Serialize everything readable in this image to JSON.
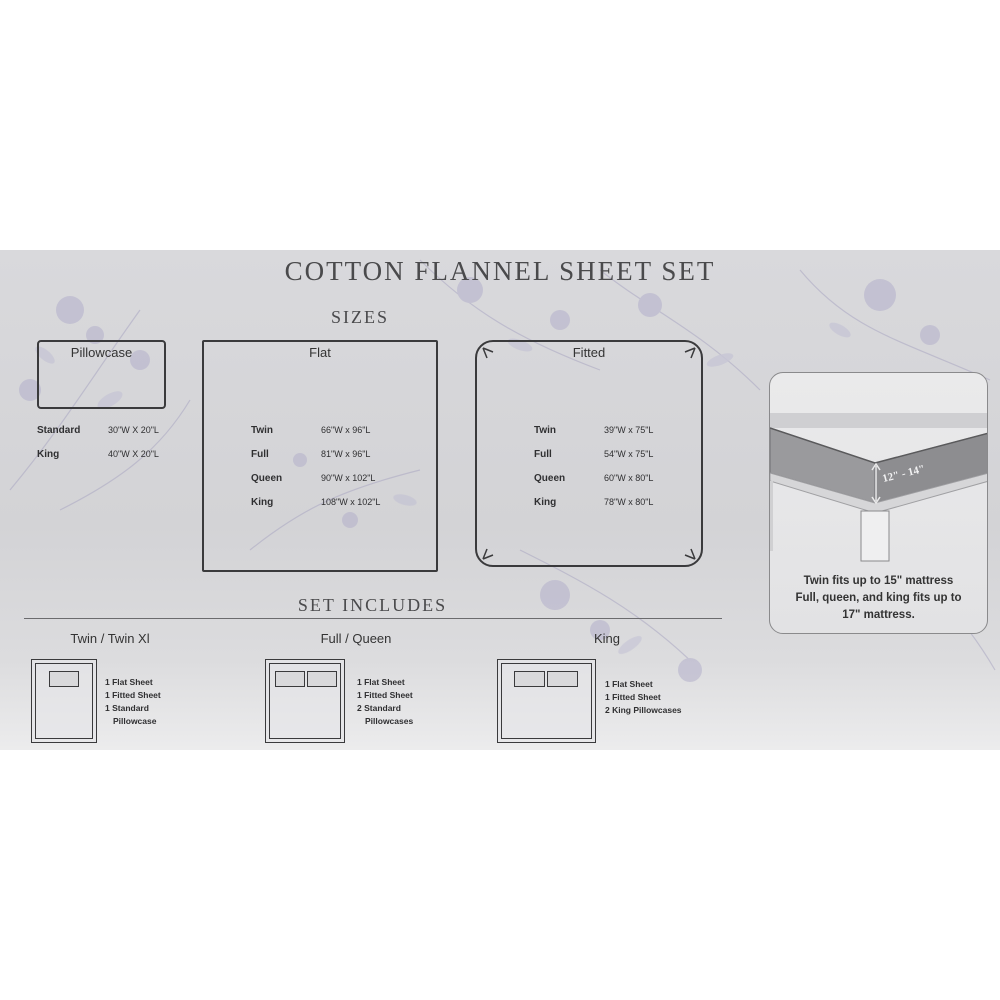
{
  "title": "COTTON FLANNEL SHEET SET",
  "sizes_heading": "SIZES",
  "set_includes_heading": "SET INCLUDES",
  "pillowcase": {
    "label": "Pillowcase",
    "rows": [
      {
        "name": "Standard",
        "dims": "30\"W X 20\"L"
      },
      {
        "name": "King",
        "dims": "40\"W X 20\"L"
      }
    ]
  },
  "flat": {
    "label": "Flat",
    "rows": [
      {
        "name": "Twin",
        "dims": "66\"W x 96\"L"
      },
      {
        "name": "Full",
        "dims": "81\"W x 96\"L"
      },
      {
        "name": "Queen",
        "dims": "90\"W x 102\"L"
      },
      {
        "name": "King",
        "dims": "108\"W x 102\"L"
      }
    ]
  },
  "fitted": {
    "label": "Fitted",
    "rows": [
      {
        "name": "Twin",
        "dims": "39\"W x 75\"L"
      },
      {
        "name": "Full",
        "dims": "54\"W x 75\"L"
      },
      {
        "name": "Queen",
        "dims": "60\"W x 80\"L"
      },
      {
        "name": "King",
        "dims": "78\"W x 80\"L"
      }
    ]
  },
  "mattress": {
    "depth_label": "12\" - 14\"",
    "note_line1": "Twin fits up to 15\" mattress",
    "note_line2": "Full, queen, and king fits up to",
    "note_line3": "17\" mattress."
  },
  "includes": [
    {
      "title": "Twin / Twin Xl",
      "items": [
        "1 Flat Sheet",
        "1 Fitted Sheet",
        "1 Standard",
        "Pillowcase"
      ]
    },
    {
      "title": "Full / Queen",
      "items": [
        "1 Flat Sheet",
        "1 Fitted Sheet",
        "2 Standard",
        "Pillowcases"
      ]
    },
    {
      "title": "King",
      "items": [
        "1 Flat Sheet",
        "1 Fitted Sheet",
        "2 King Pillowcases"
      ]
    }
  ],
  "colors": {
    "banner_bg": "#d6d6d9",
    "ink": "#3a3a3c",
    "floral": "#a9a6c2"
  }
}
